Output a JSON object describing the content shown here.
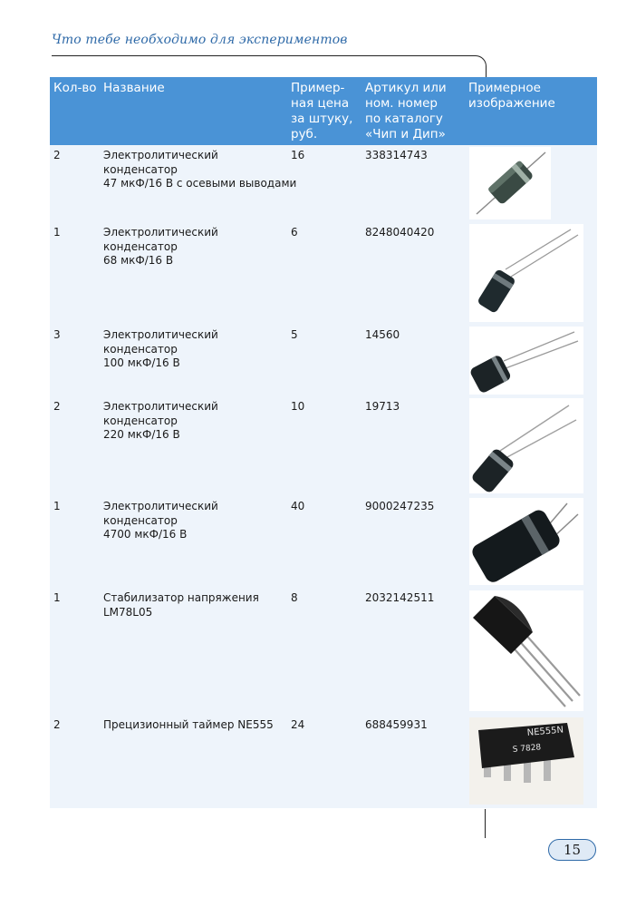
{
  "running_head": "Что тебе необходимо для экспериментов",
  "headers": {
    "qty": "Кол-во",
    "name": "Название",
    "price": [
      "Пример-",
      "ная цена",
      "за штуку,",
      "руб."
    ],
    "article": [
      "Артикул или",
      "ном. номер",
      "по каталогу",
      "«Чип и Дип»"
    ],
    "image": [
      "Примерное",
      "изображение"
    ]
  },
  "rows": [
    {
      "qty": "2",
      "name": [
        "Электролитический конденсатор",
        "47 мкФ/16 В с осевыми выводами"
      ],
      "price": "16",
      "article": "338314743",
      "icon": "axial-capacitor-icon"
    },
    {
      "qty": "1",
      "name": [
        "Электролитический конденсатор",
        "68 мкФ/16 В"
      ],
      "price": "6",
      "article": "8248040420",
      "icon": "radial-capacitor-icon"
    },
    {
      "qty": "3",
      "name": [
        "Электролитический конденсатор",
        "100 мкФ/16 В"
      ],
      "price": "5",
      "article": "14560",
      "icon": "radial-capacitor-icon"
    },
    {
      "qty": "2",
      "name": [
        "Электролитический конденсатор",
        "220 мкФ/16 В"
      ],
      "price": "10",
      "article": "19713",
      "icon": "radial-capacitor-icon"
    },
    {
      "qty": "1",
      "name": [
        "Электролитический конденсатор",
        "4700 мкФ/16 В"
      ],
      "price": "40",
      "article": "9000247235",
      "icon": "radial-capacitor-icon"
    },
    {
      "qty": "1",
      "name": [
        "Стабилизатор напряжения",
        "LM78L05"
      ],
      "price": "8",
      "article": "2032142511",
      "icon": "to92-regulator-icon"
    },
    {
      "qty": "2",
      "name": [
        "Прецизионный таймер NE555"
      ],
      "price": "24",
      "article": "688459931",
      "icon": "dip8-chip-icon",
      "chip_marking": [
        "NE555N",
        "S 7828"
      ]
    }
  ],
  "page_number": "15",
  "colors": {
    "header_bg": "#4a93d6",
    "row_bg": "#eef4fb",
    "accent": "#2f6aa8"
  }
}
